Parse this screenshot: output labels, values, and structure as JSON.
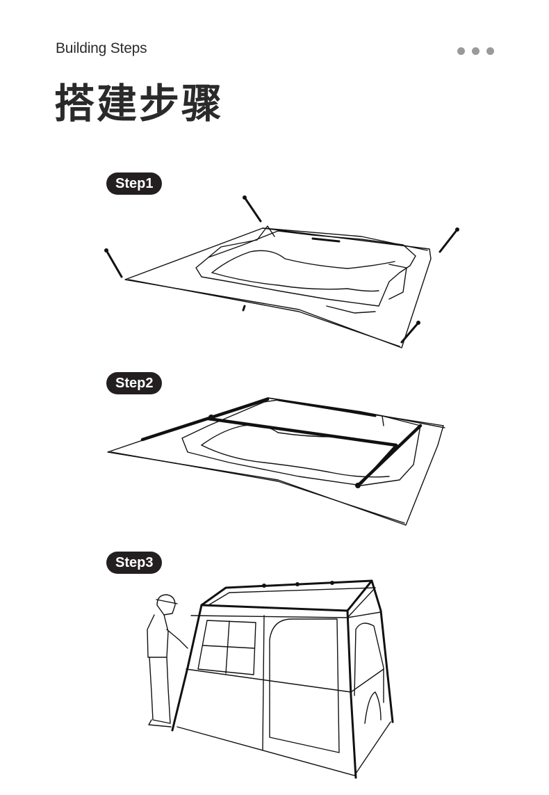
{
  "header": {
    "eyebrow": "Building Steps",
    "title": "搭建步骤",
    "dots_color": "#9a9a9a"
  },
  "steps": [
    {
      "label": "Step1"
    },
    {
      "label": "Step2"
    },
    {
      "label": "Step3"
    }
  ],
  "colors": {
    "pill": "#231f20",
    "text": "#2a2a2a",
    "line": "#111111"
  }
}
